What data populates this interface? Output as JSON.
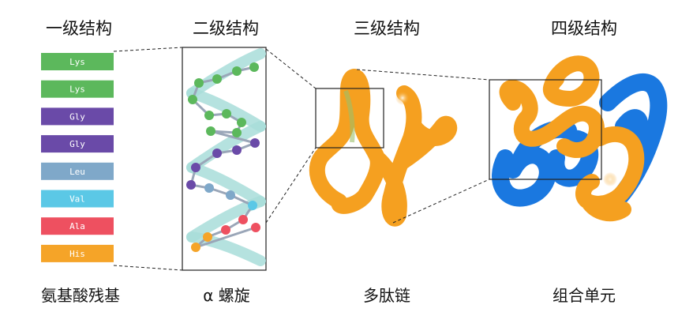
{
  "headers": {
    "primary": "一级结构",
    "secondary": "二级结构",
    "tertiary": "三级结构",
    "quaternary": "四级结构"
  },
  "captions": {
    "primary": "氨基酸残基",
    "secondary": "α 螺旋",
    "tertiary": "多肽链",
    "quaternary": "组合单元"
  },
  "residues": [
    {
      "name": "Lys",
      "color": "#5cb85c"
    },
    {
      "name": "Lys",
      "color": "#5cb85c"
    },
    {
      "name": "Gly",
      "color": "#6a4aa8"
    },
    {
      "name": "Gly",
      "color": "#6a4aa8"
    },
    {
      "name": "Leu",
      "color": "#7fa8c9"
    },
    {
      "name": "Val",
      "color": "#5bc8e6"
    },
    {
      "name": "Ala",
      "color": "#ee5060"
    },
    {
      "name": "His",
      "color": "#f5a428"
    }
  ],
  "colors": {
    "helix_ribbon": "#a8ddd9",
    "chain_orange": "#f5a020",
    "chain_blue": "#1a78e0",
    "bond_gray": "#9aa6b8"
  }
}
